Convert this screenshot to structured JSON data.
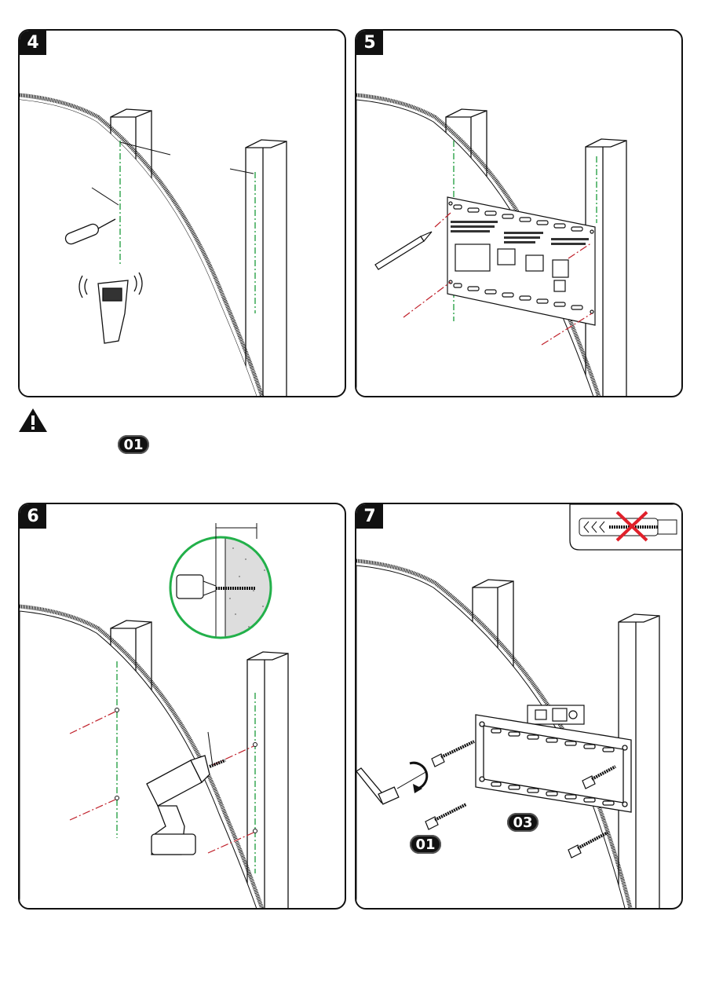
{
  "steps": [
    {
      "number": "4"
    },
    {
      "number": "5"
    },
    {
      "number": "6"
    },
    {
      "number": "7"
    }
  ],
  "warning": {
    "part_label": "01"
  },
  "step7": {
    "part_labels": [
      "01",
      "03"
    ]
  },
  "colors": {
    "stud_line": "#1a9a3a",
    "mark_line": "#c0202a",
    "magnifier_ring": "#22b04a",
    "no_anchor_cross": "#e0202a",
    "badge": "#111111"
  }
}
